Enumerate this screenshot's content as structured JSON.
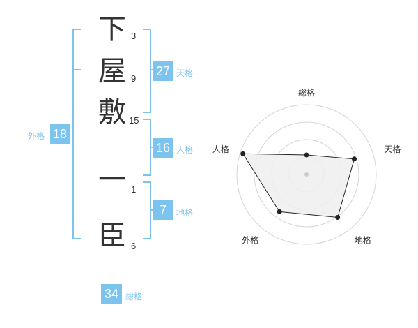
{
  "name": {
    "chars": [
      {
        "char": "下",
        "strokes": "3"
      },
      {
        "char": "屋",
        "strokes": "9"
      },
      {
        "char": "敷",
        "strokes": "15"
      },
      {
        "char": "一",
        "strokes": "1"
      },
      {
        "char": "臣",
        "strokes": "6"
      }
    ]
  },
  "fortune": {
    "tenkaku": {
      "value": "27",
      "label": "天格"
    },
    "jinkaku": {
      "value": "16",
      "label": "人格"
    },
    "chikaku": {
      "value": "7",
      "label": "地格"
    },
    "gaikaku": {
      "value": "18",
      "label": "外格"
    },
    "soukaku": {
      "value": "34",
      "label": "総格"
    }
  },
  "chart_data": {
    "type": "radar",
    "axes": [
      "総格",
      "天格",
      "地格",
      "外格",
      "人格"
    ],
    "values": [
      1.4,
      3.6,
      3.8,
      3.3,
      4.8
    ],
    "max": 5,
    "rings": 4,
    "colors": {
      "fill": "#efefef",
      "line": "#222222",
      "grid": "#d4d4d4",
      "center": "#cccccc"
    }
  }
}
